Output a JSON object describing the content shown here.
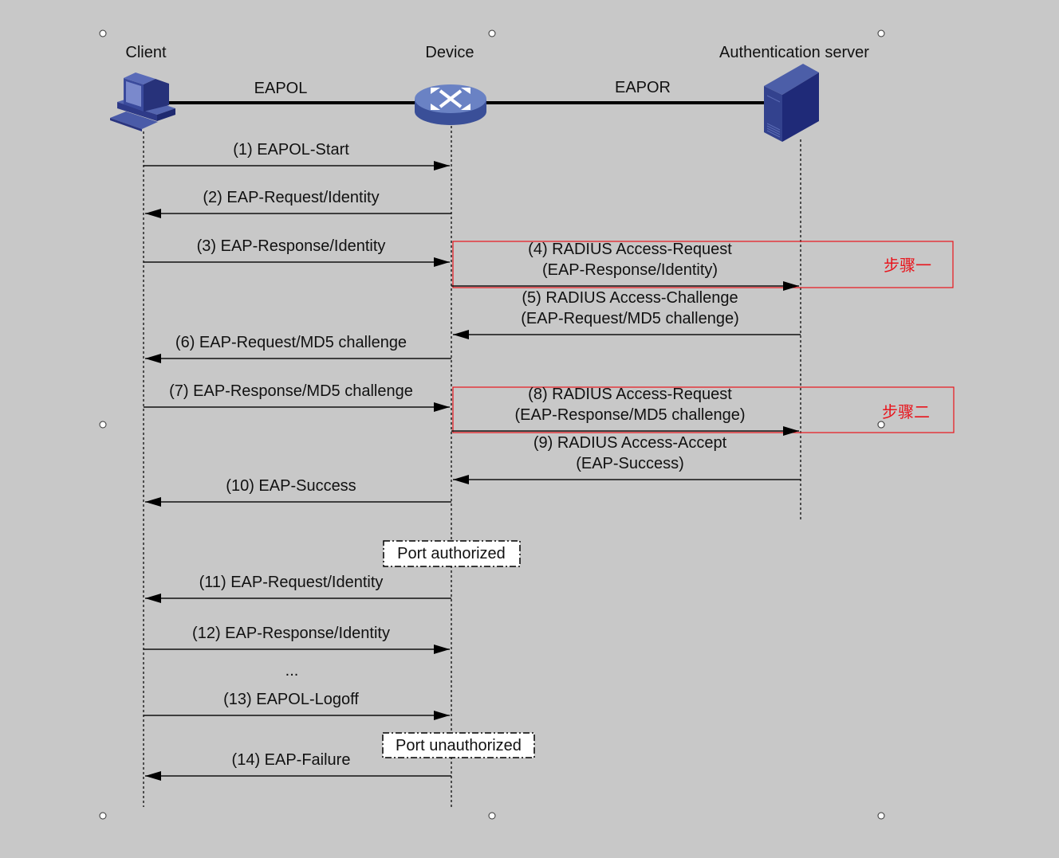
{
  "entities": [
    {
      "id": "client",
      "label": "Client",
      "icon": "desktop-computer-icon"
    },
    {
      "id": "device",
      "label": "Device",
      "icon": "switch-icon"
    },
    {
      "id": "server",
      "label": "Authentication server",
      "icon": "server-tower-icon"
    }
  ],
  "links": [
    {
      "from": "client",
      "to": "device",
      "label": "EAPOL"
    },
    {
      "from": "device",
      "to": "server",
      "label": "EAPOR"
    }
  ],
  "messages": [
    {
      "from": "client",
      "to": "device",
      "lines": [
        "(1) EAPOL-Start"
      ]
    },
    {
      "from": "device",
      "to": "client",
      "lines": [
        "(2) EAP-Request/Identity"
      ]
    },
    {
      "from": "client",
      "to": "device",
      "lines": [
        "(3) EAP-Response/Identity"
      ]
    },
    {
      "from": "device",
      "to": "server",
      "lines": [
        "(4) RADIUS Access-Request",
        "(EAP-Response/Identity)"
      ]
    },
    {
      "from": "server",
      "to": "device",
      "lines": [
        "(5) RADIUS Access-Challenge",
        "(EAP-Request/MD5 challenge)"
      ]
    },
    {
      "from": "device",
      "to": "client",
      "lines": [
        "(6) EAP-Request/MD5 challenge"
      ]
    },
    {
      "from": "client",
      "to": "device",
      "lines": [
        "(7) EAP-Response/MD5 challenge"
      ]
    },
    {
      "from": "device",
      "to": "server",
      "lines": [
        "(8) RADIUS Access-Request",
        "(EAP-Response/MD5 challenge)"
      ]
    },
    {
      "from": "server",
      "to": "device",
      "lines": [
        "(9) RADIUS Access-Accept",
        "(EAP-Success)"
      ]
    },
    {
      "from": "device",
      "to": "client",
      "lines": [
        "(10) EAP-Success"
      ]
    },
    {
      "from": "device",
      "to": "client",
      "lines": [
        "(11) EAP-Request/Identity"
      ]
    },
    {
      "from": "client",
      "to": "device",
      "lines": [
        "(12) EAP-Response/Identity"
      ]
    },
    {
      "from": "client",
      "to": "device",
      "lines": [
        "(13) EAPOL-Logoff"
      ]
    },
    {
      "from": "device",
      "to": "client",
      "lines": [
        "(14) EAP-Failure"
      ]
    }
  ],
  "ellipsis": "...",
  "state_boxes": [
    {
      "label": "Port authorized",
      "after_message": 10
    },
    {
      "label": "Port unauthorized",
      "after_message": 13
    }
  ],
  "annotations": [
    {
      "label": "步骤一",
      "highlights_message": 4,
      "color": "#e8141c"
    },
    {
      "label": "步骤二",
      "highlights_message": 8,
      "color": "#e8141c"
    }
  ],
  "colors": {
    "background": "#c8c8c8",
    "icon_blue": "#3b4fa0",
    "annotation_red": "#e8141c"
  }
}
